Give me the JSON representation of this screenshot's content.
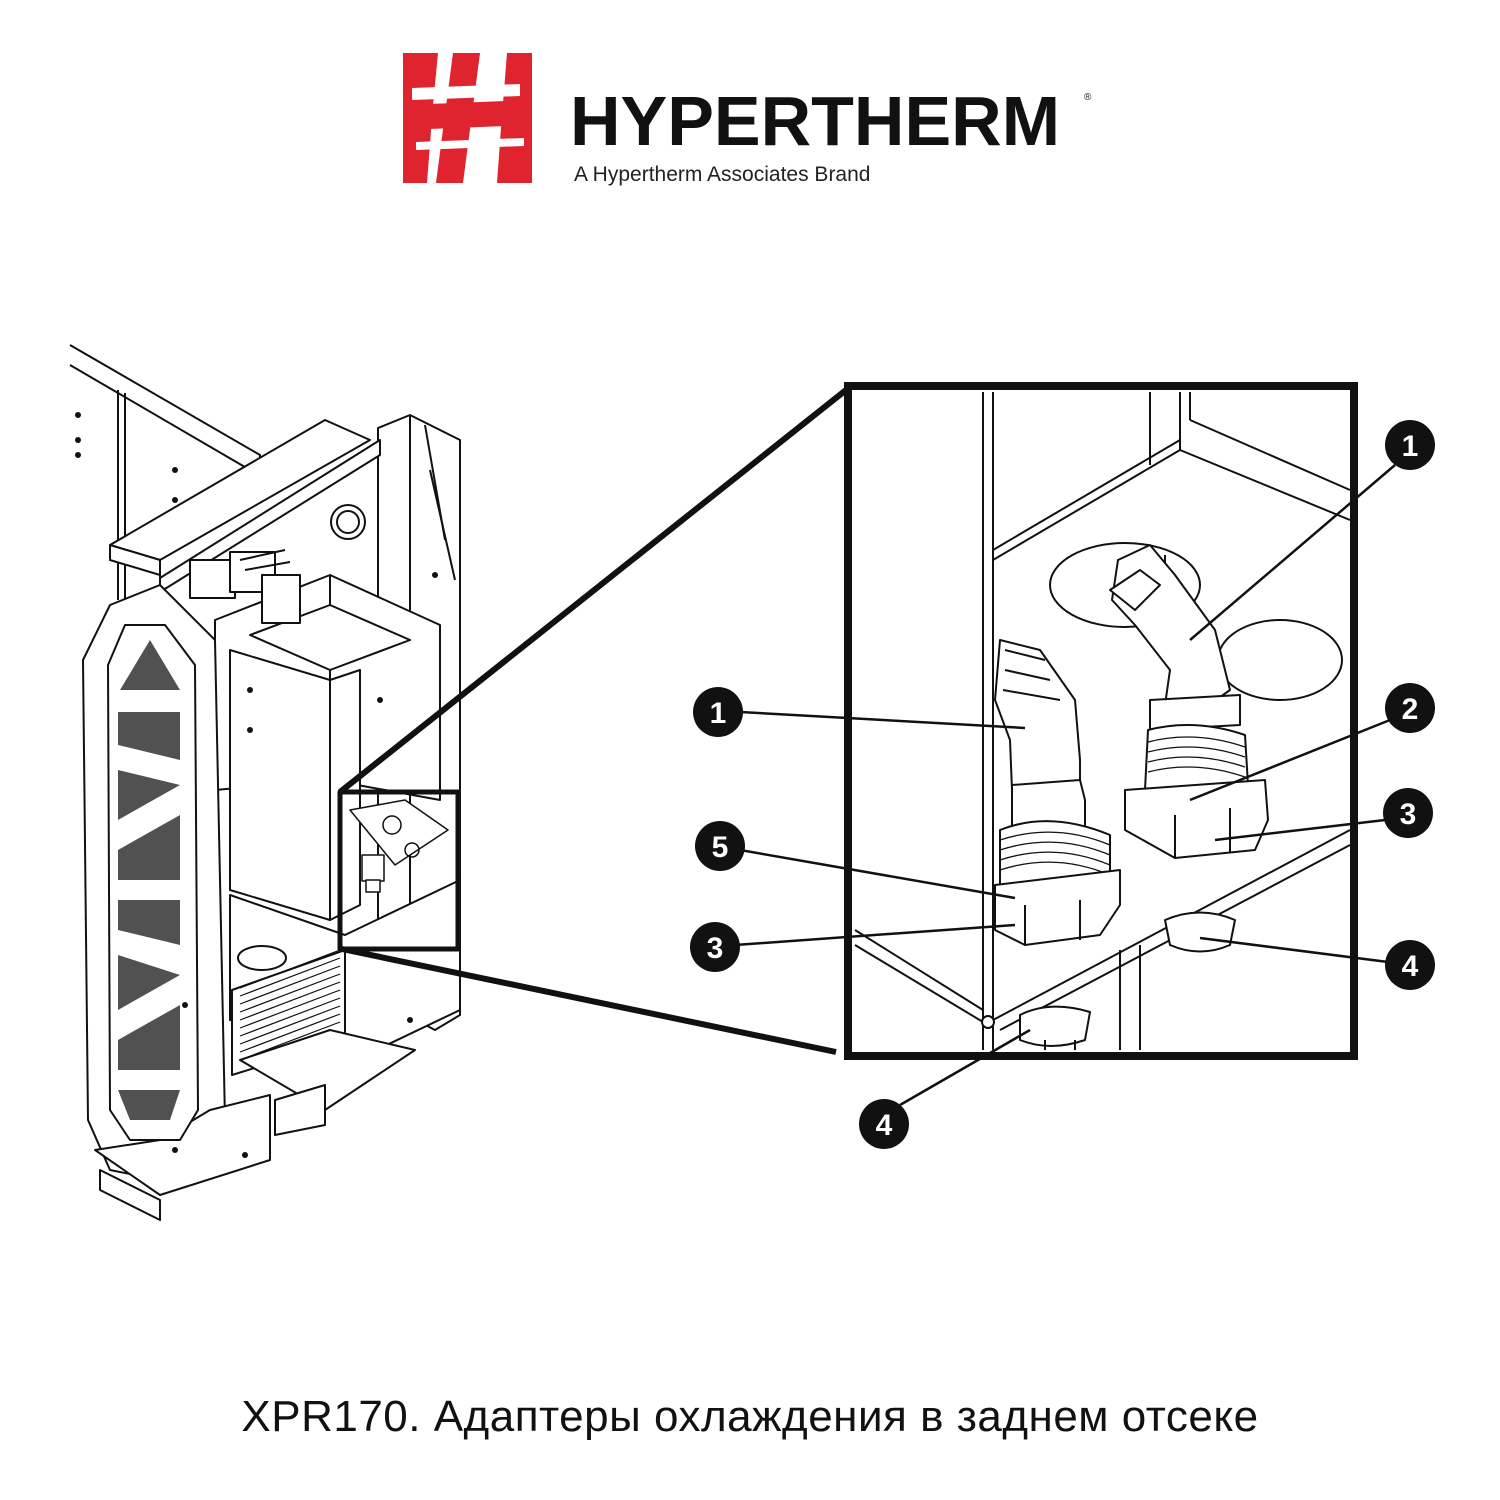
{
  "brand": {
    "name": "HYPERTHERM",
    "registered_mark": "®",
    "tagline": "A Hypertherm Associates Brand",
    "logo_color": "#e0242f"
  },
  "callouts": {
    "c1_right": "1",
    "c1_left": "1",
    "c2": "2",
    "c3_right": "3",
    "c3_left": "3",
    "c4_right": "4",
    "c4_bottom": "4",
    "c5": "5"
  },
  "caption": "XPR170. Адаптеры охлаждения в заднем отсеке"
}
